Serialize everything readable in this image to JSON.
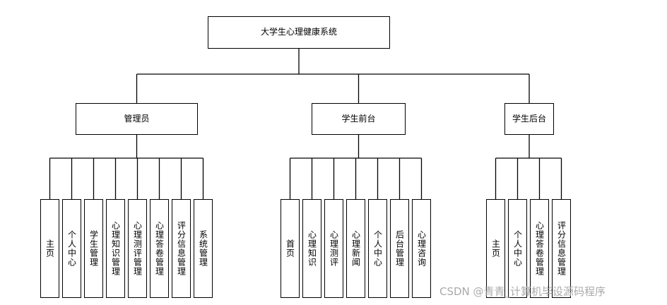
{
  "diagram": {
    "root": "大学生心理健康系统",
    "groups": [
      {
        "label": "管理员",
        "children": [
          "主页",
          "个人中心",
          "学生管理",
          "心理知识管理",
          "心理测评管理",
          "心理答卷管理",
          "评分信息管理",
          "系统管理"
        ]
      },
      {
        "label": "学生前台",
        "children": [
          "首页",
          "心理知识",
          "心理测评",
          "心理新闻",
          "个人中心",
          "后台管理",
          "心理咨询"
        ]
      },
      {
        "label": "学生后台",
        "children": [
          "主页",
          "个人中心",
          "心理答卷管理",
          "评分信息管理"
        ]
      }
    ]
  },
  "watermark": "CSDN @青青_计算机毕设源码程序",
  "colors": {
    "line": "#000000",
    "box_border": "#000000",
    "watermark": "#aaaaaa"
  }
}
